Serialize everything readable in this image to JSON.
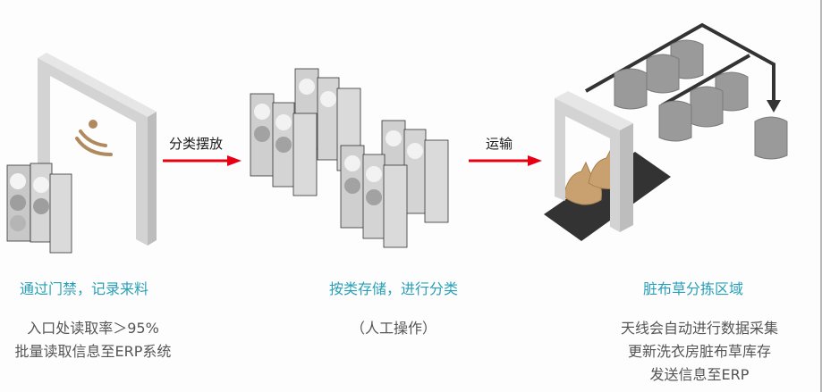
{
  "colors": {
    "title": "#2aa0b8",
    "text": "#555555",
    "arrow": "#e60012",
    "rfid_signal": "#b08a5e",
    "bag_dirty": "#c9a070",
    "bag_clean": "#9a9a9a",
    "conveyor": "#333333"
  },
  "arrows": [
    {
      "label": "分类摆放"
    },
    {
      "label": "运输"
    }
  ],
  "steps": [
    {
      "title": "通过门禁，记录来料",
      "lines": [
        "入口处读取率＞95%",
        "批量读取信息至ERP系统"
      ]
    },
    {
      "title": "按类存储，进行分类",
      "lines": [
        "（人工操作）"
      ]
    },
    {
      "title": "脏布草分拣区域",
      "lines": [
        "天线会自动进行数据采集",
        "更新洗衣房脏布草库存",
        "发送信息至ERP"
      ]
    }
  ]
}
